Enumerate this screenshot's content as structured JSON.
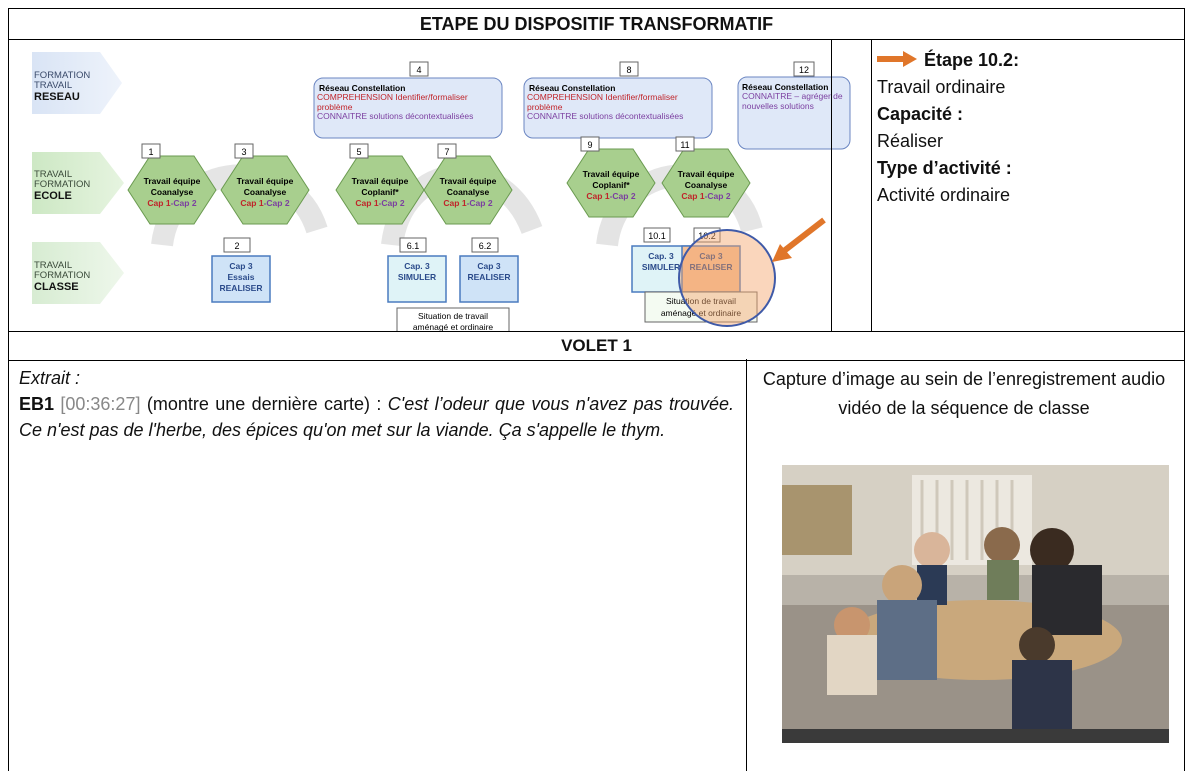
{
  "header": {
    "title": "ETAPE DU DISPOSITIF TRANSFORMATIF"
  },
  "diagram": {
    "rows": [
      {
        "line1": "FORMATION",
        "line2": "TRAVAIL",
        "line3": "RESEAU"
      },
      {
        "line1": "TRAVAIL",
        "line2": "FORMATION",
        "line3": "ECOLE"
      },
      {
        "line1": "TRAVAIL",
        "line2": "FORMATION",
        "line3": "CLASSE"
      }
    ],
    "reseau": [
      {
        "num": "4",
        "title": "Réseau Constellation",
        "red": "COMPREHENSION Identifier/formaliser problème",
        "purple": "CONNAITRE solutions décontextualisées"
      },
      {
        "num": "8",
        "title": "Réseau Constellation",
        "red": "COMPREHENSION Identifier/formaliser problème",
        "purple": "CONNAITRE solutions décontextualisées"
      },
      {
        "num": "12",
        "title": "Réseau Constellation",
        "purple": "CONNAITRE – agréger de nouvelles solutions"
      }
    ],
    "hexes": [
      {
        "num": "1",
        "l1": "Travail équipe",
        "l2": "Coanalyse",
        "cap1": "Cap 1",
        "cap2": "-Cap 2"
      },
      {
        "num": "3",
        "l1": "Travail équipe",
        "l2": "Coanalyse",
        "cap1": "Cap 1",
        "cap2": "-Cap 2"
      },
      {
        "num": "5",
        "l1": "Travail équipe",
        "l2": "Coplanif*",
        "cap1": "Cap 1",
        "cap2": "-Cap 2"
      },
      {
        "num": "7",
        "l1": "Travail équipe",
        "l2": "Coanalyse",
        "cap1": "Cap 1",
        "cap2": "-Cap 2"
      },
      {
        "num": "9",
        "l1": "Travail équipe",
        "l2": "Coplanif*",
        "cap1": "Cap 1",
        "cap2": "-Cap 2"
      },
      {
        "num": "11",
        "l1": "Travail équipe",
        "l2": "Coanalyse",
        "cap1": "Cap 1",
        "cap2": "-Cap 2"
      }
    ],
    "classe": [
      {
        "num": "2",
        "l1": "Cap 3",
        "l2": "Essais",
        "l3": "REALISER"
      },
      {
        "num": "6.1",
        "l1": "Cap. 3",
        "l2": "SIMULER"
      },
      {
        "num": "6.2",
        "l1": "Cap 3",
        "l2": "REALISER"
      },
      {
        "num": "10.1",
        "l1": "Cap. 3",
        "l2": "SIMULER"
      },
      {
        "num": "10.2",
        "l1": "Cap 3",
        "l2": "REALISER"
      }
    ],
    "situation1": {
      "l1": "Situation de travail",
      "l2": "aménagé et ordinaire"
    },
    "situation2": {
      "l1": "Situation de travail",
      "l2": "aménagé et ordinaire"
    }
  },
  "info": {
    "etape": "Étape 10.2:",
    "etape_value": "Travail ordinaire",
    "capacite_label": "Capacité :",
    "capacite_value": "Réaliser",
    "type_label": "Type d’activité :",
    "type_value": "Activité ordinaire"
  },
  "volet": {
    "title": "VOLET 1"
  },
  "extract": {
    "label": "Extrait :",
    "speaker": "EB1",
    "timestamp": "[00:36:27]",
    "action": "(montre une dernière carte) :",
    "quote": "C'est l’odeur que vous n'avez pas trouvée. Ce n'est pas de l'herbe, des épices qu'on met sur la viande. Ça s'appelle le thym."
  },
  "capture": {
    "caption": "Capture d’image au sein de l’enregistrement audio vidéo de la séquence de classe"
  }
}
